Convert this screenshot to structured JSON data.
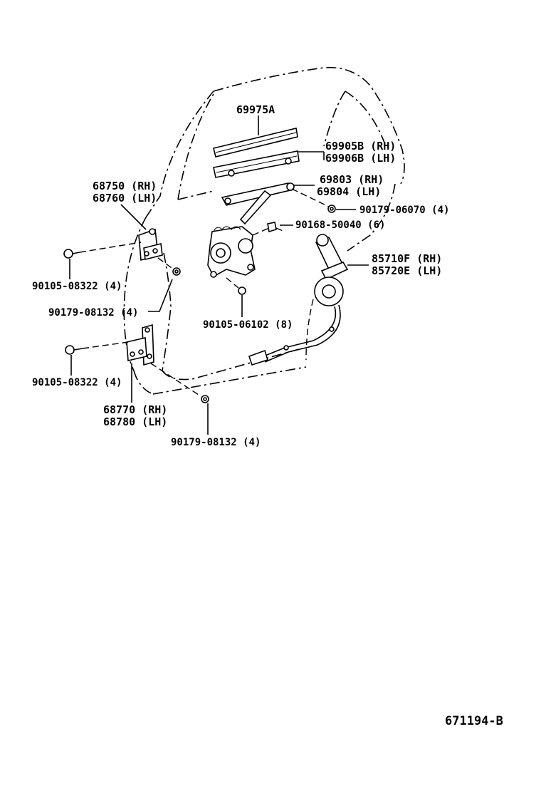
{
  "labels": {
    "glass_channel": "69975A",
    "run_rh": "69905B (RH)",
    "run_lh": "69906B (LH)",
    "regulator_rh": "69803 (RH)",
    "regulator_lh": "69804 (LH)",
    "nut_06070": "90179-06070 (4)",
    "bolt_50040": "90168-50040 (6)",
    "motor_rh": "85710F (RH)",
    "motor_lh": "85720E (LH)",
    "upper_hinge_rh": "68750 (RH)",
    "upper_hinge_lh": "68760 (LH)",
    "bolt_08322_upper": "90105-08322 (4)",
    "nut_08132_upper": "90179-08132 (4)",
    "bolt_06102": "90105-06102 (8)",
    "bolt_08322_lower": "90105-08322 (4)",
    "lower_hinge_rh": "68770 (RH)",
    "lower_hinge_lh": "68780 (LH)",
    "nut_08132_lower": "90179-08132 (4)",
    "figure_code": "671194-B"
  }
}
